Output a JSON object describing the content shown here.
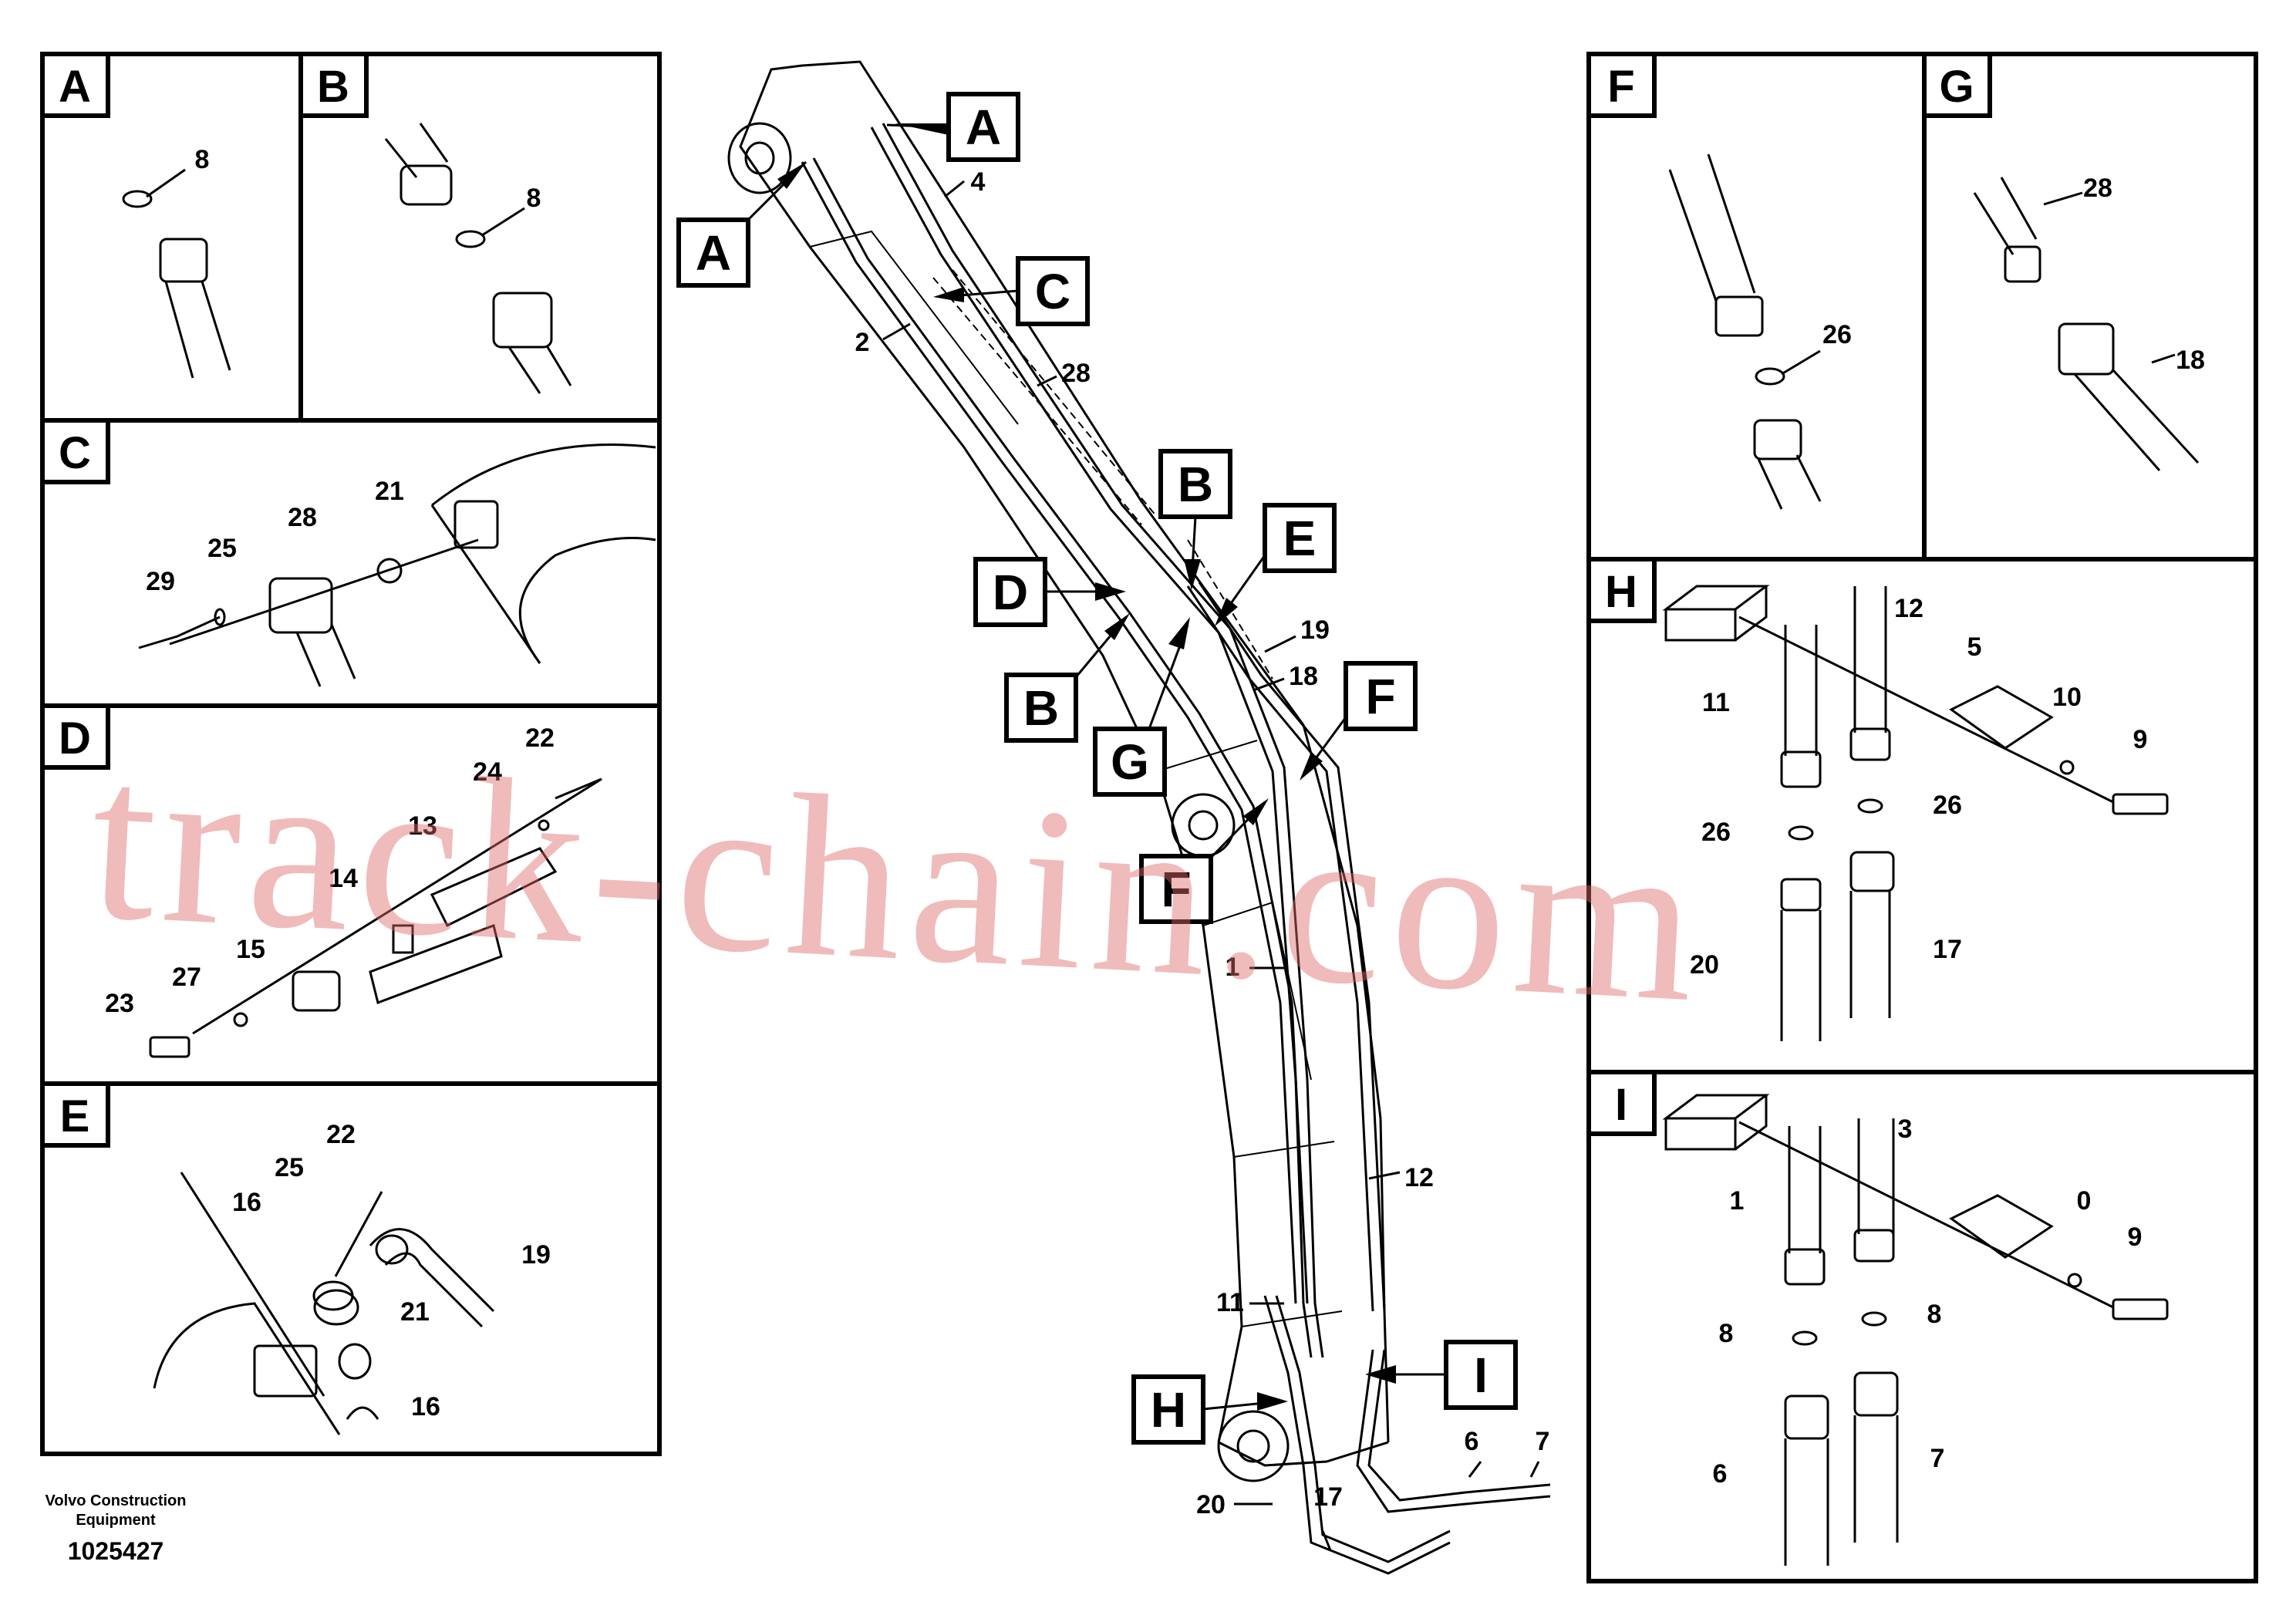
{
  "diagram": {
    "panels": [
      "A",
      "B",
      "C",
      "D",
      "E",
      "F",
      "G",
      "H",
      "I"
    ],
    "callouts": [
      "A",
      "A",
      "C",
      "B",
      "D",
      "E",
      "B",
      "G",
      "F",
      "F",
      "H",
      "I"
    ],
    "part_numbers": {
      "panel_A": [
        "8"
      ],
      "panel_B": [
        "8"
      ],
      "panel_C": [
        "29",
        "25",
        "28",
        "21"
      ],
      "panel_D": [
        "22",
        "24",
        "13",
        "14",
        "15",
        "27",
        "23"
      ],
      "panel_E": [
        "22",
        "25",
        "16",
        "19",
        "21",
        "16"
      ],
      "panel_F": [
        "26"
      ],
      "panel_G": [
        "28",
        "18"
      ],
      "panel_H": [
        "12",
        "5",
        "11",
        "10",
        "9",
        "26",
        "26",
        "20",
        "17"
      ],
      "panel_I": [
        "3",
        "1",
        "8",
        "8",
        "6",
        "7",
        "9",
        "0"
      ],
      "main": [
        "4",
        "2",
        "28",
        "19",
        "18",
        "1",
        "12",
        "11",
        "6",
        "7",
        "20",
        "17"
      ]
    }
  },
  "footer": {
    "line1": "Volvo Construction",
    "line2": "Equipment",
    "id": "1025427"
  },
  "watermark": "track-chain.com"
}
